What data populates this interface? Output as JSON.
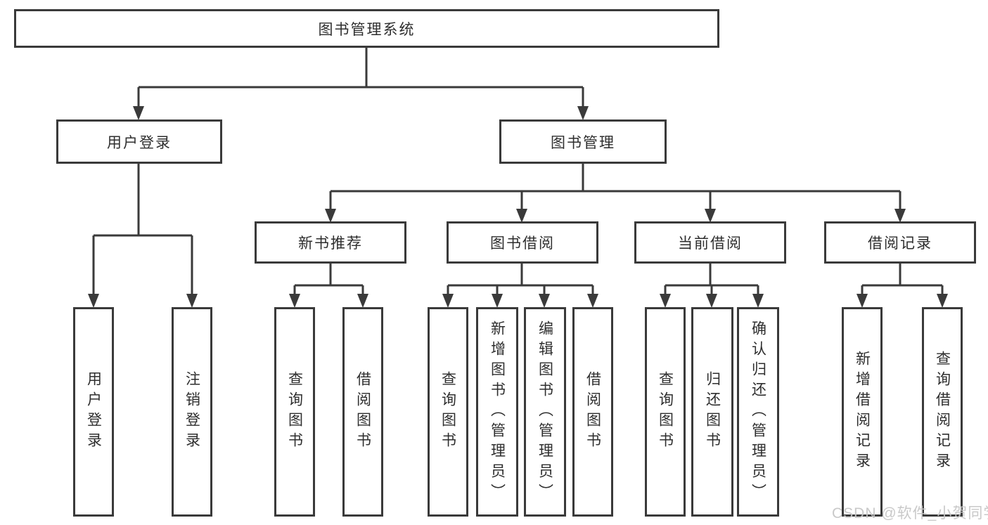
{
  "diagram": {
    "title": "图书管理系统",
    "root": {
      "label": "图书管理系统"
    },
    "branches": [
      {
        "label": "用户登录",
        "children": [
          "用户登录",
          "注销登录"
        ]
      },
      {
        "label": "图书管理",
        "sections": [
          {
            "label": "新书推荐",
            "children": [
              "查询图书",
              "借阅图书"
            ]
          },
          {
            "label": "图书借阅",
            "children": [
              "查询图书",
              "新增图书（管理员）",
              "编辑图书（管理员）",
              "借阅图书"
            ]
          },
          {
            "label": "当前借阅",
            "children": [
              "查询图书",
              "归还图书",
              "确认归还（管理员）"
            ]
          },
          {
            "label": "借阅记录",
            "children": [
              "新增借阅记录",
              "查询借阅记录"
            ]
          }
        ]
      }
    ]
  },
  "watermark": "CSDN @软件_小贺同学",
  "colors": {
    "line": "#3a3a3a",
    "text": "#2e2e2e",
    "watermark": "#c6c6c6",
    "background": "#ffffff"
  }
}
